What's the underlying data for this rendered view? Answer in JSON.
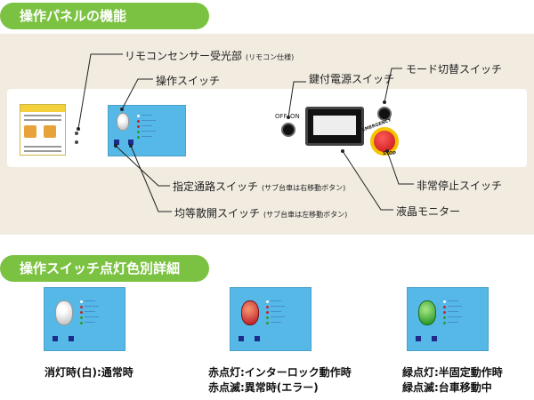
{
  "headings": {
    "functions": "操作パネルの機能",
    "colors": "操作スイッチ点灯色別詳細"
  },
  "labels": {
    "remote_sensor": "リモコンセンサー受光部",
    "remote_sensor_note": "(リモコン仕様)",
    "operation_switch": "操作スイッチ",
    "key_switch": "鍵付電源スイッチ",
    "mode_switch": "モード切替スイッチ",
    "designated_switch": "指定通路スイッチ",
    "designated_note": "(サブ台車は右移動ボタン)",
    "even_switch": "均等散開スイッチ",
    "even_note": "(サブ台車は左移動ボタン)",
    "emergency_stop": "非常停止スイッチ",
    "lcd_monitor": "液晶モニター"
  },
  "device": {
    "emergency_text": "EMERGENCY",
    "stop_text": "STOP",
    "key_off": "OFF",
    "key_on": "ON"
  },
  "colors": {
    "accent": "#7cc242",
    "panel": "#55b8e6",
    "lamp_red": "#c1272d",
    "lamp_green": "#2e9b2e"
  },
  "states": [
    {
      "line1": "消灯時(白):通常時",
      "line2": ""
    },
    {
      "line1": "赤点灯:インターロック動作時",
      "line2": "赤点滅:異常時(エラー)"
    },
    {
      "line1": "緑点灯:半固定動作時",
      "line2": "緑点滅:台車移動中"
    }
  ]
}
